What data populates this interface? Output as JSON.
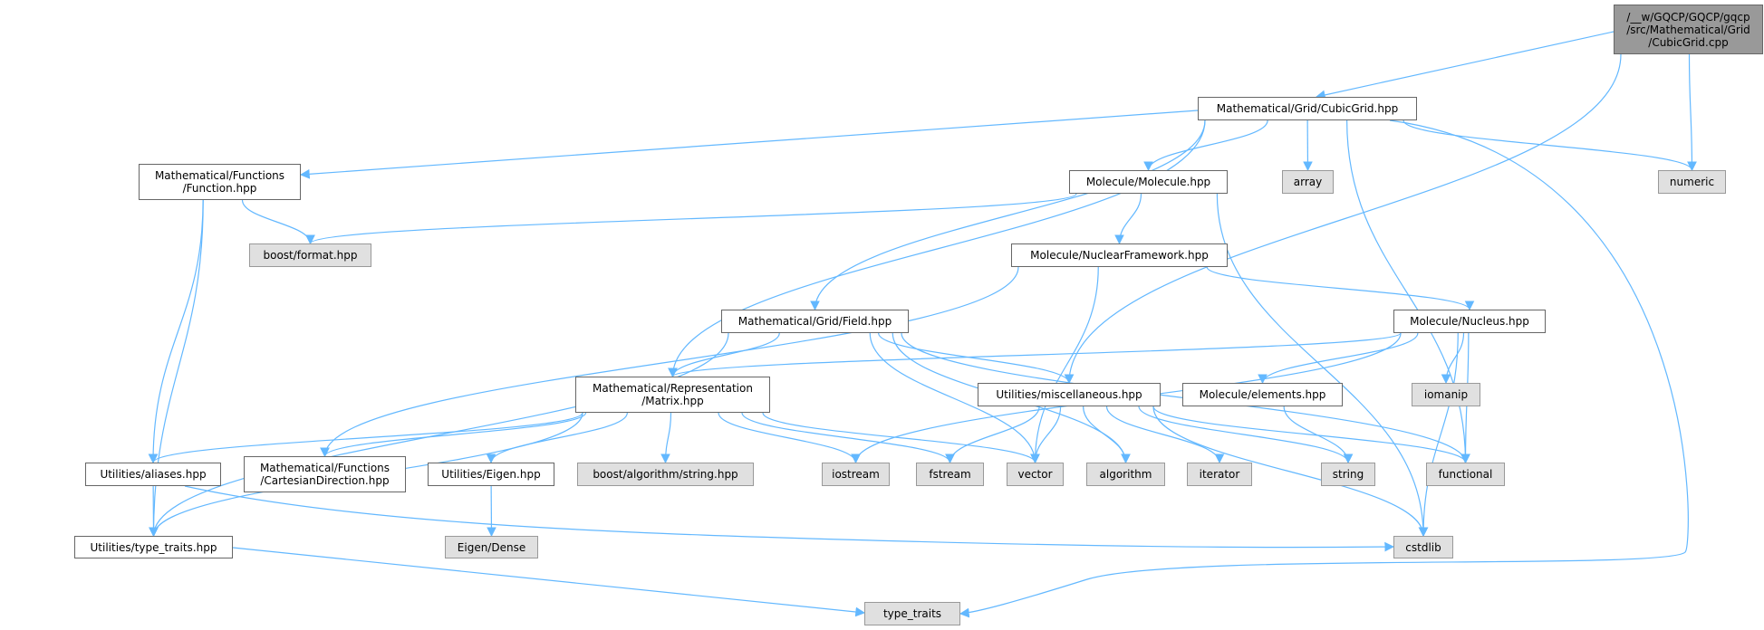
{
  "graph": {
    "edge_color": "#63b8ff",
    "nodes": [
      {
        "id": "cpp",
        "label": "/__w/GQCP/GQCP/gqcp\n/src/Mathematical/Grid\n/CubicGrid.cpp",
        "kind": "root"
      },
      {
        "id": "cubicgrid",
        "label": "Mathematical/Grid/CubicGrid.hpp",
        "kind": "local"
      },
      {
        "id": "function",
        "label": "Mathematical/Functions\n/Function.hpp",
        "kind": "local"
      },
      {
        "id": "boostformat",
        "label": "boost/format.hpp",
        "kind": "system"
      },
      {
        "id": "molecule",
        "label": "Molecule/Molecule.hpp",
        "kind": "local"
      },
      {
        "id": "array",
        "label": "array",
        "kind": "system"
      },
      {
        "id": "numeric",
        "label": "numeric",
        "kind": "system"
      },
      {
        "id": "nuclearframework",
        "label": "Molecule/NuclearFramework.hpp",
        "kind": "local"
      },
      {
        "id": "field",
        "label": "Mathematical/Grid/Field.hpp",
        "kind": "local"
      },
      {
        "id": "nucleus",
        "label": "Molecule/Nucleus.hpp",
        "kind": "local"
      },
      {
        "id": "matrix",
        "label": "Mathematical/Representation\n/Matrix.hpp",
        "kind": "local"
      },
      {
        "id": "misc",
        "label": "Utilities/miscellaneous.hpp",
        "kind": "local"
      },
      {
        "id": "elements",
        "label": "Molecule/elements.hpp",
        "kind": "local"
      },
      {
        "id": "iomanip",
        "label": "iomanip",
        "kind": "system"
      },
      {
        "id": "aliases",
        "label": "Utilities/aliases.hpp",
        "kind": "local"
      },
      {
        "id": "cartesian",
        "label": "Mathematical/Functions\n/CartesianDirection.hpp",
        "kind": "local"
      },
      {
        "id": "eigenhpp",
        "label": "Utilities/Eigen.hpp",
        "kind": "local"
      },
      {
        "id": "boostalgo",
        "label": "boost/algorithm/string.hpp",
        "kind": "system"
      },
      {
        "id": "iostream",
        "label": "iostream",
        "kind": "system"
      },
      {
        "id": "fstream",
        "label": "fstream",
        "kind": "system"
      },
      {
        "id": "vector",
        "label": "vector",
        "kind": "system"
      },
      {
        "id": "algorithm",
        "label": "algorithm",
        "kind": "system"
      },
      {
        "id": "iterator",
        "label": "iterator",
        "kind": "system"
      },
      {
        "id": "string",
        "label": "string",
        "kind": "system"
      },
      {
        "id": "functional",
        "label": "functional",
        "kind": "system"
      },
      {
        "id": "typetraitshpp",
        "label": "Utilities/type_traits.hpp",
        "kind": "local"
      },
      {
        "id": "eigendense",
        "label": "Eigen/Dense",
        "kind": "system"
      },
      {
        "id": "cstdlib",
        "label": "cstdlib",
        "kind": "system"
      },
      {
        "id": "typetraits",
        "label": "type_traits",
        "kind": "system"
      }
    ],
    "edges": [
      [
        "cpp",
        "cubicgrid"
      ],
      [
        "cpp",
        "numeric"
      ],
      [
        "cpp",
        "misc"
      ],
      [
        "cubicgrid",
        "function"
      ],
      [
        "cubicgrid",
        "matrix"
      ],
      [
        "cubicgrid",
        "field"
      ],
      [
        "cubicgrid",
        "molecule"
      ],
      [
        "cubicgrid",
        "array"
      ],
      [
        "cubicgrid",
        "numeric"
      ],
      [
        "cubicgrid",
        "functional"
      ],
      [
        "cubicgrid",
        "typetraits"
      ],
      [
        "function",
        "boostformat"
      ],
      [
        "function",
        "aliases"
      ],
      [
        "function",
        "typetraitshpp"
      ],
      [
        "molecule",
        "boostformat"
      ],
      [
        "molecule",
        "nuclearframework"
      ],
      [
        "molecule",
        "cstdlib"
      ],
      [
        "nuclearframework",
        "nucleus"
      ],
      [
        "nuclearframework",
        "cartesian"
      ],
      [
        "nuclearframework",
        "vector"
      ],
      [
        "field",
        "typetraitshpp"
      ],
      [
        "field",
        "matrix"
      ],
      [
        "field",
        "misc"
      ],
      [
        "field",
        "vector"
      ],
      [
        "field",
        "algorithm"
      ],
      [
        "field",
        "functional"
      ],
      [
        "nucleus",
        "matrix"
      ],
      [
        "nucleus",
        "iostream"
      ],
      [
        "nucleus",
        "elements"
      ],
      [
        "nucleus",
        "iomanip"
      ],
      [
        "nucleus",
        "functional"
      ],
      [
        "nucleus",
        "cstdlib"
      ],
      [
        "matrix",
        "aliases"
      ],
      [
        "matrix",
        "cartesian"
      ],
      [
        "matrix",
        "eigenhpp"
      ],
      [
        "matrix",
        "boostalgo"
      ],
      [
        "matrix",
        "iostream"
      ],
      [
        "matrix",
        "fstream"
      ],
      [
        "matrix",
        "vector"
      ],
      [
        "matrix",
        "typetraitshpp"
      ],
      [
        "misc",
        "fstream"
      ],
      [
        "misc",
        "vector"
      ],
      [
        "misc",
        "algorithm"
      ],
      [
        "misc",
        "iterator"
      ],
      [
        "misc",
        "string"
      ],
      [
        "misc",
        "functional"
      ],
      [
        "misc",
        "cstdlib"
      ],
      [
        "elements",
        "string"
      ],
      [
        "aliases",
        "typetraitshpp"
      ],
      [
        "aliases",
        "cstdlib"
      ],
      [
        "eigenhpp",
        "eigendense"
      ],
      [
        "typetraitshpp",
        "typetraits"
      ]
    ]
  }
}
